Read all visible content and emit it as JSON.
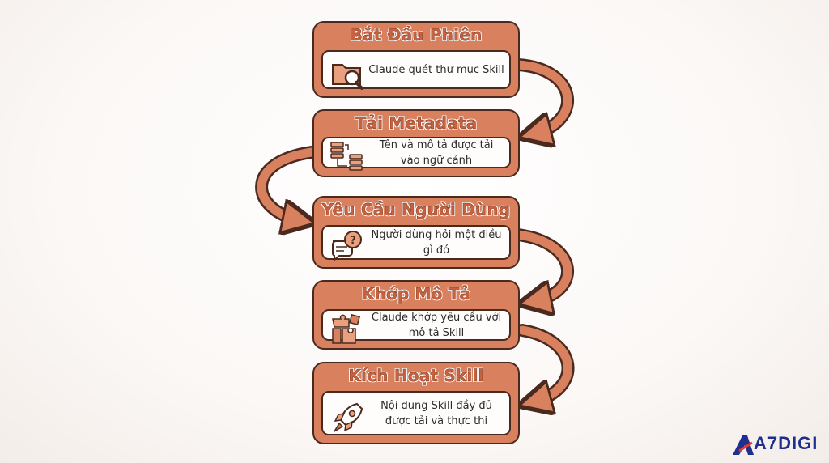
{
  "steps": [
    {
      "title": "Bắt Đầu Phiên",
      "description": "Claude quét thư mục Skill",
      "icon": "folder-search-icon"
    },
    {
      "title": "Tải Metadata",
      "description": "Tên và mô tả được tải vào ngữ cảnh",
      "icon": "database-transfer-icon"
    },
    {
      "title": "Yêu Cầu Người Dùng",
      "description": "Người dùng hỏi một điều gì đó",
      "icon": "speech-question-icon"
    },
    {
      "title": "Khớp Mô Tả",
      "description": "Claude khớp yêu cầu với mô tả Skill",
      "icon": "puzzle-icon"
    },
    {
      "title": "Kích Hoạt Skill",
      "description": "Nội dung Skill đầy đủ được tải và thực thi",
      "icon": "rocket-icon"
    }
  ],
  "logo": {
    "text": "A7DIGI"
  },
  "colors": {
    "accent": "#d9805f",
    "outline": "#4a2a1f",
    "title": "#c8623e",
    "logo": "#1e2f8f"
  }
}
